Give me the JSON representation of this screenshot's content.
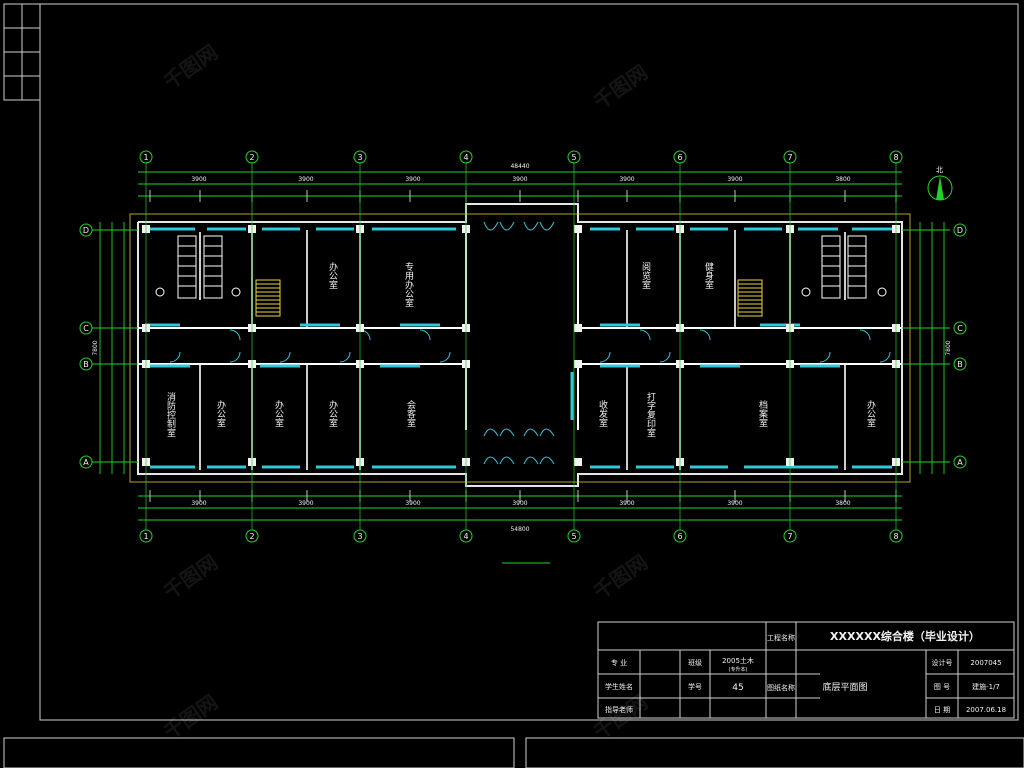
{
  "axes_top": [
    "1",
    "2",
    "3",
    "4",
    "5",
    "6",
    "7",
    "8"
  ],
  "axes_bottom": [
    "1",
    "2",
    "3",
    "4",
    "5",
    "6",
    "7",
    "8"
  ],
  "axes_left": [
    "D",
    "C",
    "B",
    "A"
  ],
  "axes_right": [
    "D",
    "C",
    "B",
    "A"
  ],
  "dims": {
    "total_top": "48440",
    "total_bottom": "54800",
    "bays_top": [
      "3900",
      "3900",
      "3900",
      "3900",
      "3900",
      "3900",
      "3800"
    ],
    "bays_bottom": [
      "3900",
      "3900",
      "3900",
      "3900",
      "3900",
      "3900",
      "3800"
    ],
    "left_total": "7800",
    "right_total": "7800"
  },
  "rooms": [
    {
      "id": "office-top-1",
      "label": "办公室"
    },
    {
      "id": "office-top-2",
      "label": "专用办公室"
    },
    {
      "id": "reading-top",
      "label": "阅览室"
    },
    {
      "id": "gym-top",
      "label": "健身室"
    },
    {
      "id": "lab-bottom",
      "label": "消防控制室"
    },
    {
      "id": "office-b1",
      "label": "办公室"
    },
    {
      "id": "office-b2",
      "label": "办公室"
    },
    {
      "id": "office-b3",
      "label": "办公室"
    },
    {
      "id": "meeting-b",
      "label": "会客室"
    },
    {
      "id": "pantry-b",
      "label": "收发室"
    },
    {
      "id": "typing-b",
      "label": "打字复印室"
    },
    {
      "id": "archive-b",
      "label": "档案室"
    },
    {
      "id": "office-b4",
      "label": "办公室"
    }
  ],
  "north_label": "北",
  "title_block": {
    "project_label": "工程名称",
    "project_name": "XXXXXX综合楼（毕业设计）",
    "major_label": "专 业",
    "class_label": "班级",
    "class_value": "2005土木",
    "class_sub": "(专升本)",
    "student_label": "学生姓名",
    "number_label": "学号",
    "number_value": "45",
    "advisor_label": "指导老师",
    "drawing_label": "图纸名称",
    "drawing_name": "底层平面图",
    "design_no_label": "设计号",
    "design_no_value": "2007045",
    "sheet_label": "图 号",
    "sheet_value": "建施-1/7",
    "date_label": "日 期",
    "date_value": "2007.06.18"
  },
  "watermark": "千图网",
  "colors": {
    "background": "#000000",
    "wall": "#ffffff",
    "dimension": "#22d12a",
    "grid_axis": "#22d12a",
    "window": "#2fc8d8",
    "stair": "#e8d23a",
    "frame": "#cfcfcf",
    "text": "#f2f2f2"
  }
}
